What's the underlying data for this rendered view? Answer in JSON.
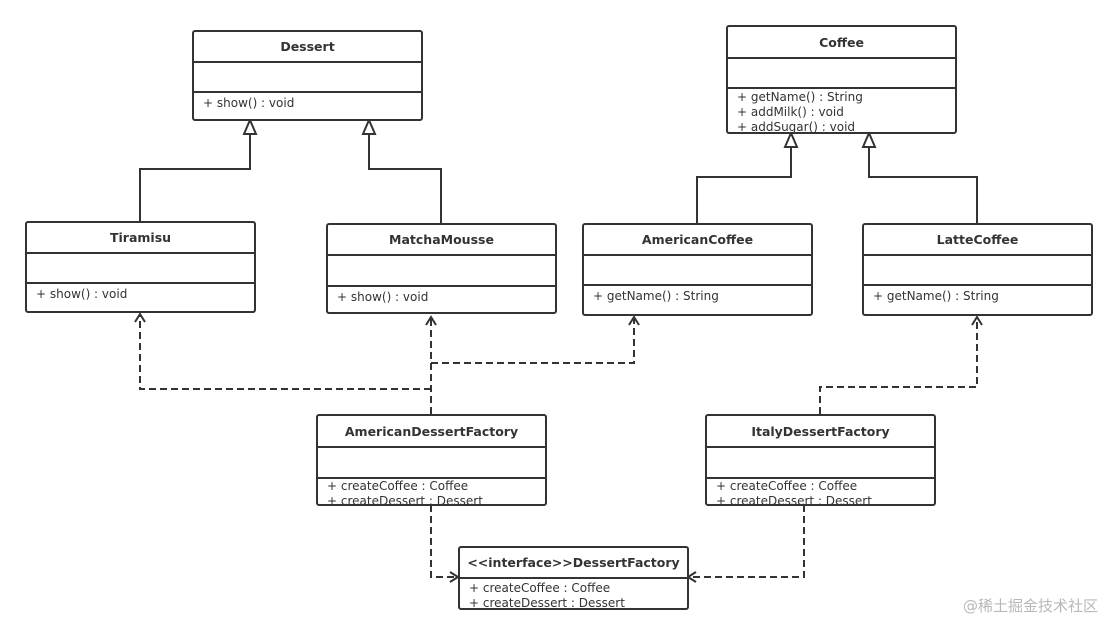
{
  "classes": {
    "dessert": {
      "name": "Dessert",
      "ops": [
        "+ show() : void"
      ]
    },
    "tiramisu": {
      "name": "Tiramisu",
      "ops": [
        "+ show() : void"
      ]
    },
    "matcha": {
      "name": "MatchaMousse",
      "ops": [
        "+ show() : void"
      ]
    },
    "coffee": {
      "name": "Coffee",
      "ops": [
        "+ getName() : String",
        "+ addMilk() : void",
        "+ addSugar() : void"
      ]
    },
    "american_coffee": {
      "name": "AmericanCoffee",
      "ops": [
        "+ getName() : String"
      ]
    },
    "latte": {
      "name": "LatteCoffee",
      "ops": [
        "+ getName() : String"
      ]
    },
    "american_factory": {
      "name": "AmericanDessertFactory",
      "ops": [
        "+ createCoffee : Coffee",
        "+ createDessert : Dessert"
      ]
    },
    "italy_factory": {
      "name": "ItalyDessertFactory",
      "ops": [
        "+ createCoffee : Coffee",
        "+ createDessert : Dessert"
      ]
    },
    "dessert_factory": {
      "name": "<<interface>>DessertFactory",
      "ops": [
        "+ createCoffee : Coffee",
        "+ createDessert : Dessert"
      ]
    }
  },
  "watermark": "@稀土掘金技术社区",
  "colors": {
    "line": "#333333",
    "watermark": "#b8b8b8"
  }
}
